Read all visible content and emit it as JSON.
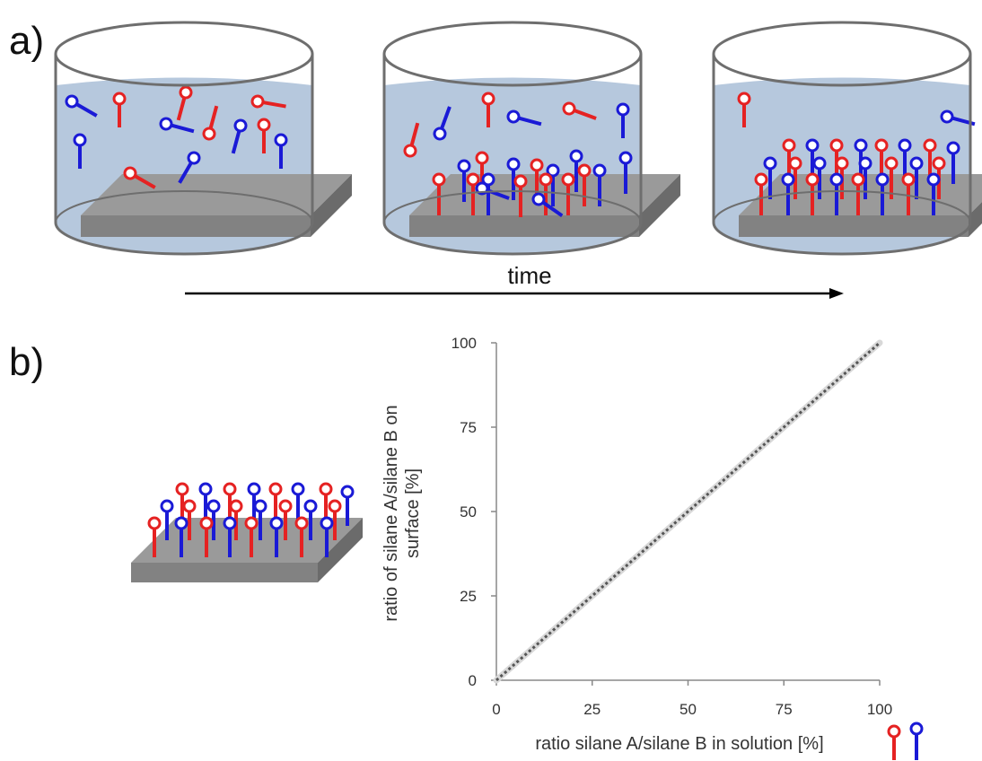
{
  "labels": {
    "panel_a": "a)",
    "panel_b": "b)",
    "time": "time"
  },
  "colors": {
    "silane_a": "#e52222",
    "silane_b": "#1a1ad6",
    "solution": "#b6c8dd",
    "substrate_top": "#9a9a9a",
    "substrate_front": "#828282",
    "substrate_side": "#6b6b6b",
    "beaker_stroke": "#6e6e6e",
    "diagonal": "#555555"
  },
  "legend_icons": [
    "silane-a-molecule-icon",
    "silane-b-molecule-icon"
  ],
  "chart_data": {
    "type": "line",
    "title": "",
    "xlabel": "ratio silane A/silane B in solution [%]",
    "ylabel_line1": "ratio of silane A/silane B  on",
    "ylabel_line2": "surface [%]",
    "xlim": [
      0,
      100
    ],
    "ylim": [
      0,
      100
    ],
    "x_ticks": [
      "0",
      "25",
      "50",
      "75",
      "100"
    ],
    "y_ticks": [
      "0",
      "25",
      "50",
      "75",
      "100"
    ],
    "grid": false,
    "line_style": "dotted",
    "series": [
      {
        "x": [
          0,
          100
        ],
        "y": [
          0,
          100
        ]
      }
    ]
  }
}
